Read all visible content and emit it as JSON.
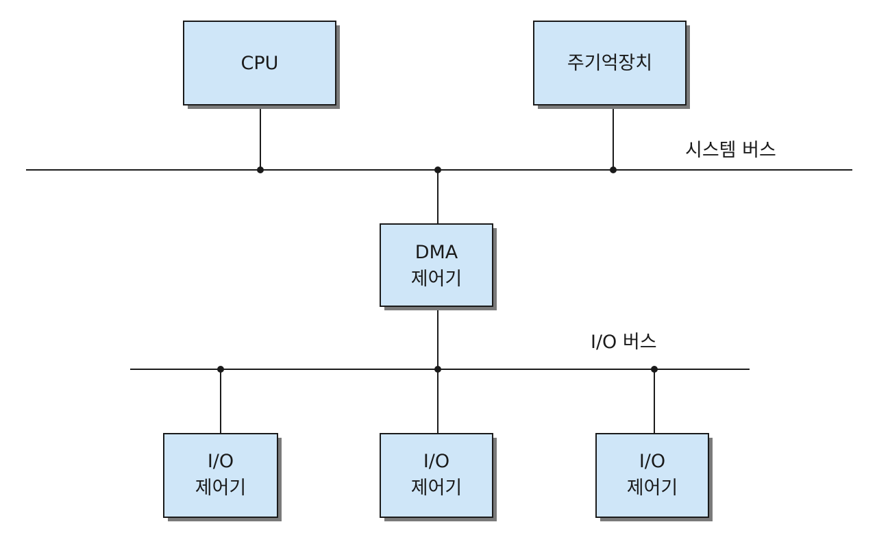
{
  "colors": {
    "box_fill": "#cfe6f8",
    "box_border": "#1a1a1a",
    "box_shadow": "#7a7a7a",
    "line": "#1a1a1a"
  },
  "buses": {
    "system_bus_label": "시스템 버스",
    "io_bus_label": "I/O 버스"
  },
  "boxes": {
    "cpu": {
      "line1": "CPU"
    },
    "main_memory": {
      "line1": "주기억장치"
    },
    "dma_controller": {
      "line1": "DMA",
      "line2": "제어기"
    },
    "io_controller_1": {
      "line1": "I/O",
      "line2": "제어기"
    },
    "io_controller_2": {
      "line1": "I/O",
      "line2": "제어기"
    },
    "io_controller_3": {
      "line1": "I/O",
      "line2": "제어기"
    }
  }
}
